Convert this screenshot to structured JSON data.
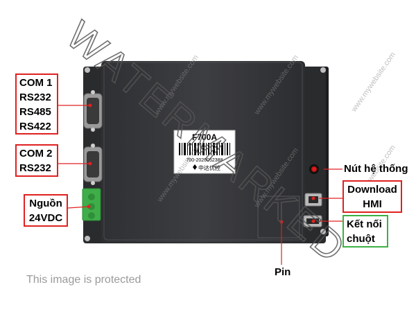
{
  "watermark": {
    "big_text": "WATERMARKED",
    "repeat_text": "www.mywebsite.com"
  },
  "device": {
    "model_label": "F700A",
    "serial": "700-2020052388",
    "brand": "中达优控",
    "colors": {
      "panel": "#3a3b3e",
      "bezel": "#2a2b2d"
    }
  },
  "callouts": {
    "com1": {
      "lines": [
        "COM 1",
        "RS232",
        "RS485",
        "RS422"
      ]
    },
    "com2": {
      "lines": [
        "COM 2",
        "RS232"
      ]
    },
    "power": {
      "lines": [
        "Nguồn",
        "24VDC"
      ]
    },
    "system_button": {
      "text": "Nút hệ thống"
    },
    "download": {
      "lines": [
        "Download",
        "HMI"
      ]
    },
    "mouse": {
      "lines": [
        "Kết nối",
        "chuột"
      ]
    },
    "battery": {
      "text": "Pin"
    }
  },
  "footer_text": "This image is protected",
  "colors": {
    "callout_red": "#e02020",
    "callout_green": "#3cb043",
    "leader": "#e02020"
  }
}
